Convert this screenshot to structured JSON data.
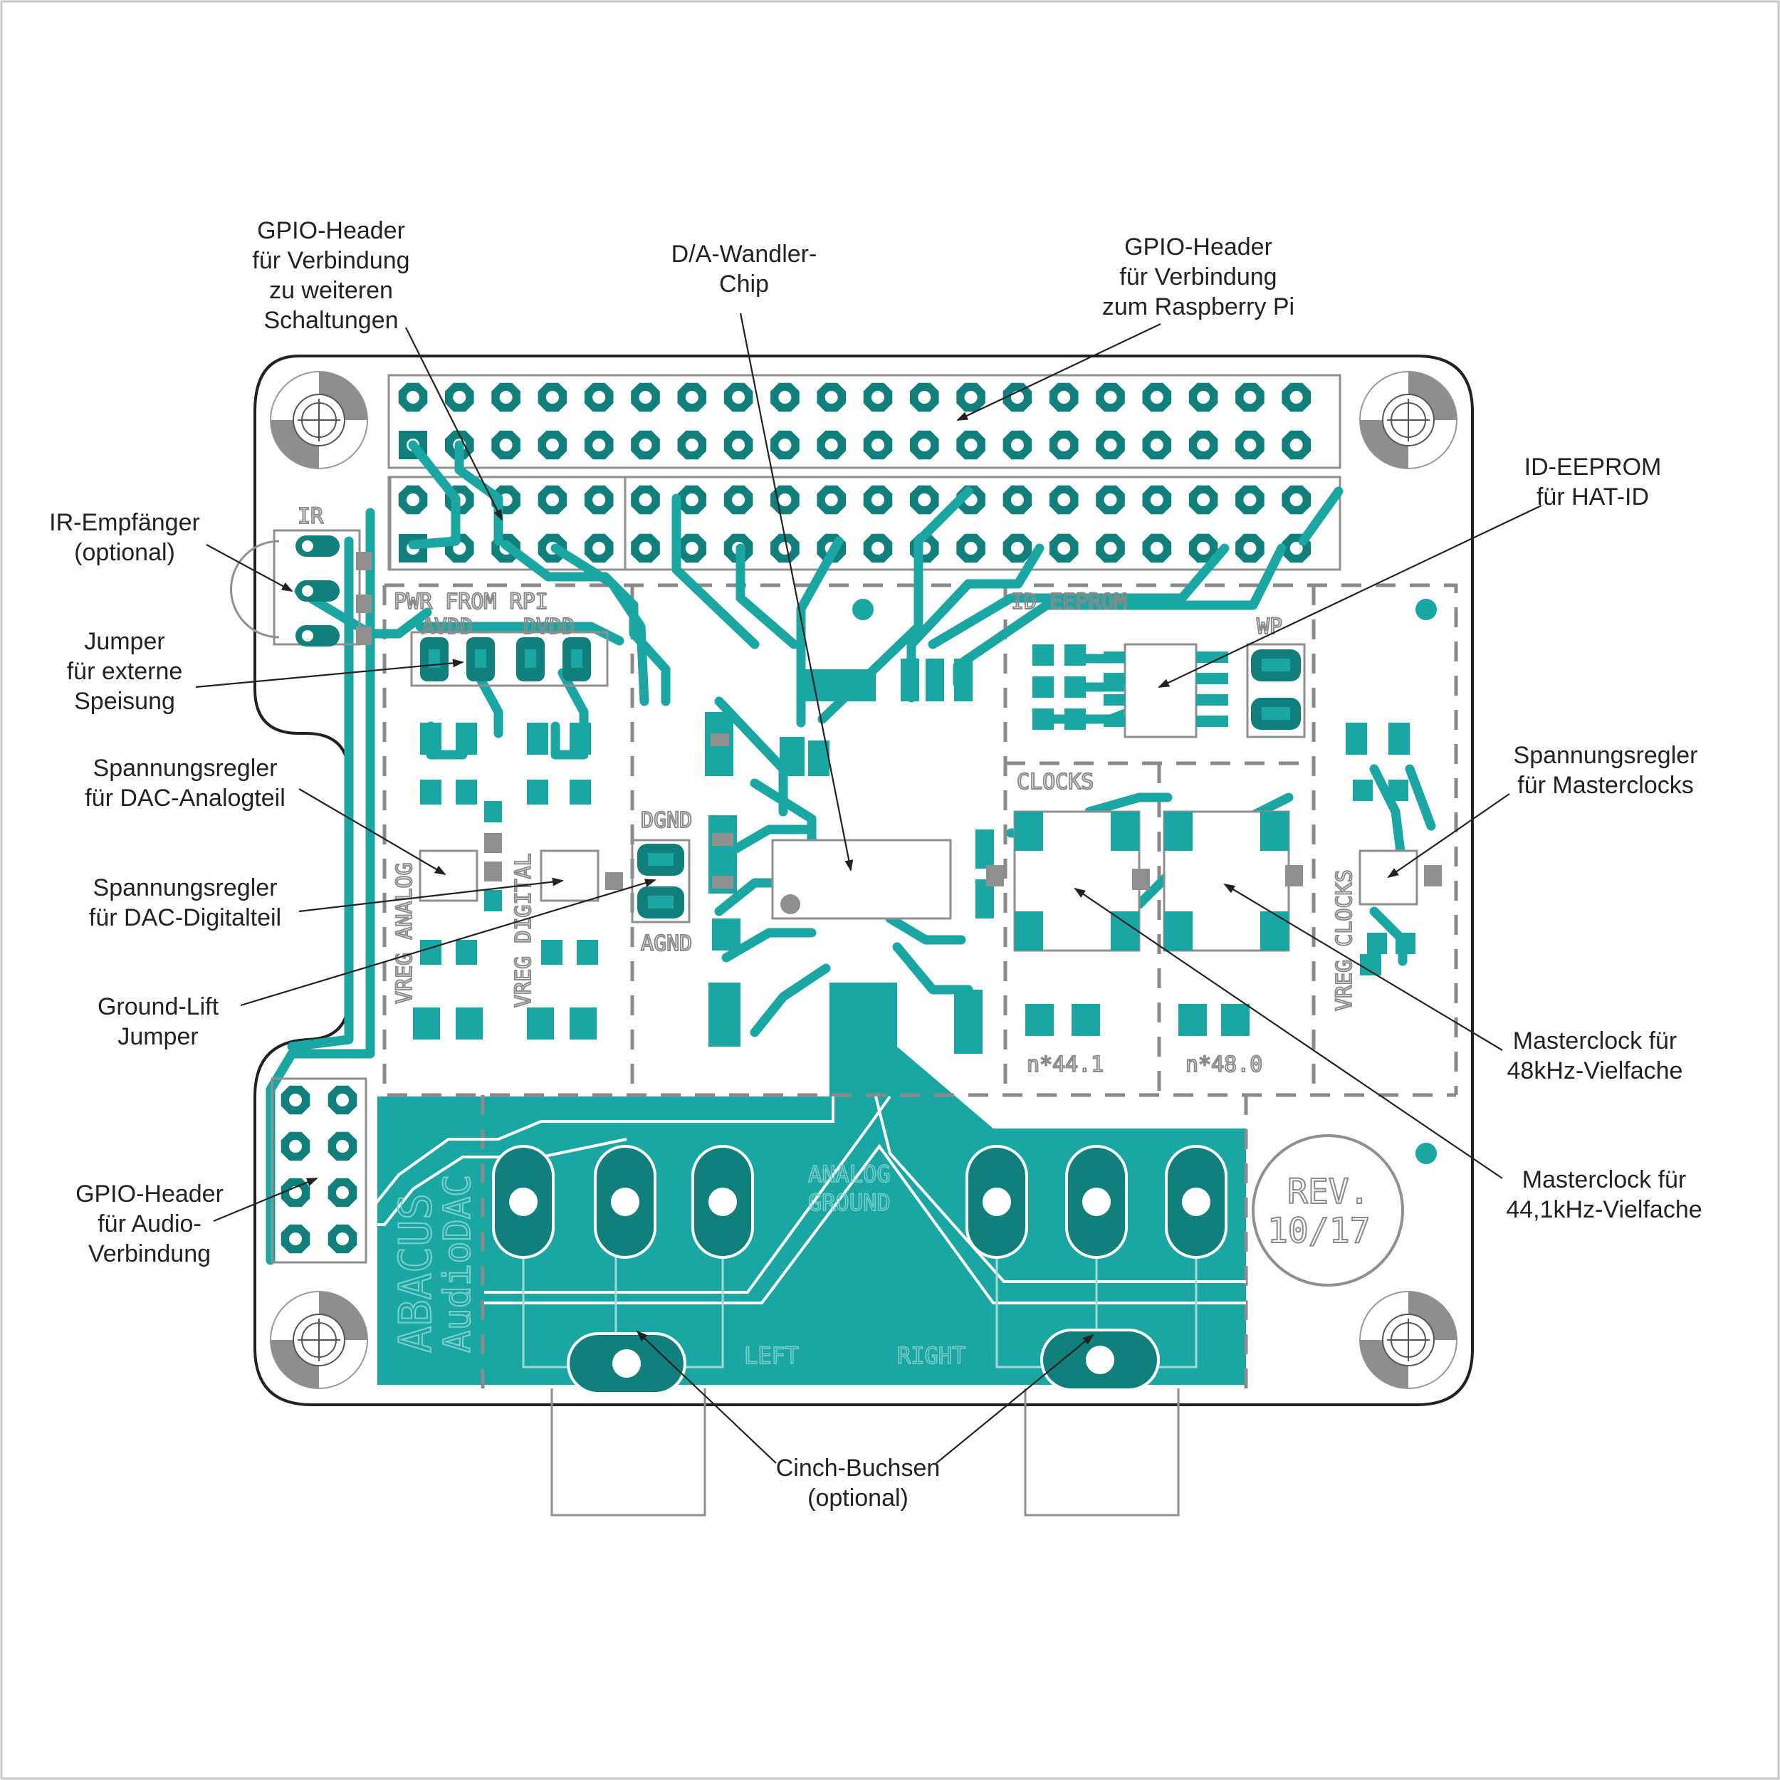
{
  "labels": {
    "gpio_ext": [
      "GPIO-Header",
      "für Verbindung",
      "zu weiteren",
      "Schaltungen"
    ],
    "dac_chip": [
      "D/A-Wandler-",
      "Chip"
    ],
    "gpio_pi": [
      "GPIO-Header",
      "für Verbindung",
      "zum Raspberry Pi"
    ],
    "id_eeprom": [
      "ID-EEPROM",
      "für HAT-ID"
    ],
    "ir": [
      "IR-Empfänger",
      "(optional)"
    ],
    "jumper_ext": [
      "Jumper",
      "für externe",
      "Speisung"
    ],
    "vreg_analog": [
      "Spannungsregler",
      "für DAC-Analogteil"
    ],
    "vreg_digital": [
      "Spannungsregler",
      "für DAC-Digitalteil"
    ],
    "ground_lift": [
      "Ground-Lift",
      "Jumper"
    ],
    "gpio_audio": [
      "GPIO-Header",
      "für Audio-",
      "Verbindung"
    ],
    "vreg_clocks": [
      "Spannungsregler",
      "für Masterclocks"
    ],
    "mclk48": [
      "Masterclock für",
      "48kHz-Vielfache"
    ],
    "mclk44": [
      "Masterclock für",
      "44,1kHz-Vielfache"
    ],
    "cinch": [
      "Cinch-Buchsen",
      "(optional)"
    ]
  },
  "silkscreen": {
    "ir": "IR",
    "pwr_from_rpi": "PWR FROM RPI",
    "avdd": "AVDD",
    "dvdd": "DVDD",
    "vreg_analog": "VREG ANALOG",
    "vreg_digital": "VREG DIGITAL",
    "dgnd": "DGND",
    "agnd": "AGND",
    "id_eeprom": "ID EEPROM",
    "wp": "WP",
    "clocks": "CLOCKS",
    "n441": "n*44.1",
    "n480": "n*48.0",
    "vreg_clocks": "VREG CLOCKS",
    "rev": "REV.",
    "rev_date": "10/17",
    "brand": "ABACUS",
    "product": "AudioDAC",
    "analog_gnd": [
      "ANALOG",
      "GROUND"
    ],
    "left": "LEFT",
    "right": "RIGHT"
  },
  "colors": {
    "copper": "#1aa7a3",
    "copper_dark": "#117f7c",
    "silk": "#8a8a8a",
    "text": "#222222"
  }
}
